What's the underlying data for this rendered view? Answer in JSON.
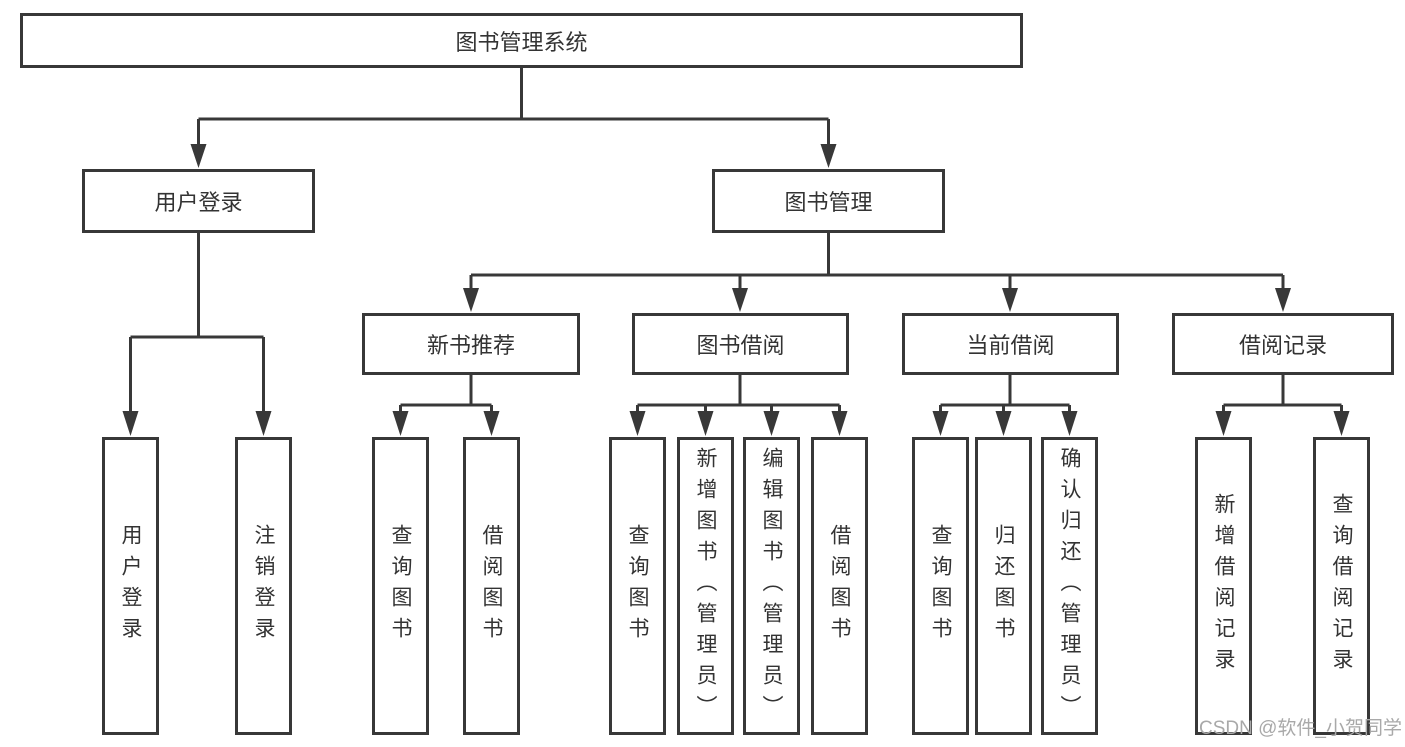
{
  "colors": {
    "line": "#383838",
    "text": "#333333",
    "box_background": "#ffffff",
    "page_background": "#ffffff",
    "watermark": "#a9a9a9"
  },
  "watermark": "CSDN @软件_小贺同学",
  "nodes": {
    "root": "图书管理系统",
    "user_login": {
      "label": "用户登录",
      "children": {
        "login": "用户登录",
        "logout": "注销登录"
      }
    },
    "book_mgmt": {
      "label": "图书管理",
      "sections": {
        "new_book": {
          "label": "新书推荐",
          "children": {
            "query_books": "查询图书",
            "borrow_books": "借阅图书"
          }
        },
        "book_borrow": {
          "label": "图书借阅",
          "children": {
            "query_books": "查询图书",
            "add_books": "新增图书（管理员）",
            "edit_books": "编辑图书（管理员）",
            "borrow_books": "借阅图书"
          }
        },
        "current_borrow": {
          "label": "当前借阅",
          "children": {
            "query_books": "查询图书",
            "return_books": "归还图书",
            "confirm_return": "确认归还（管理员）"
          }
        },
        "borrow_records": {
          "label": "借阅记录",
          "children": {
            "add_record": "新增借阅记录",
            "query_record": "查询借阅记录"
          }
        }
      }
    }
  }
}
